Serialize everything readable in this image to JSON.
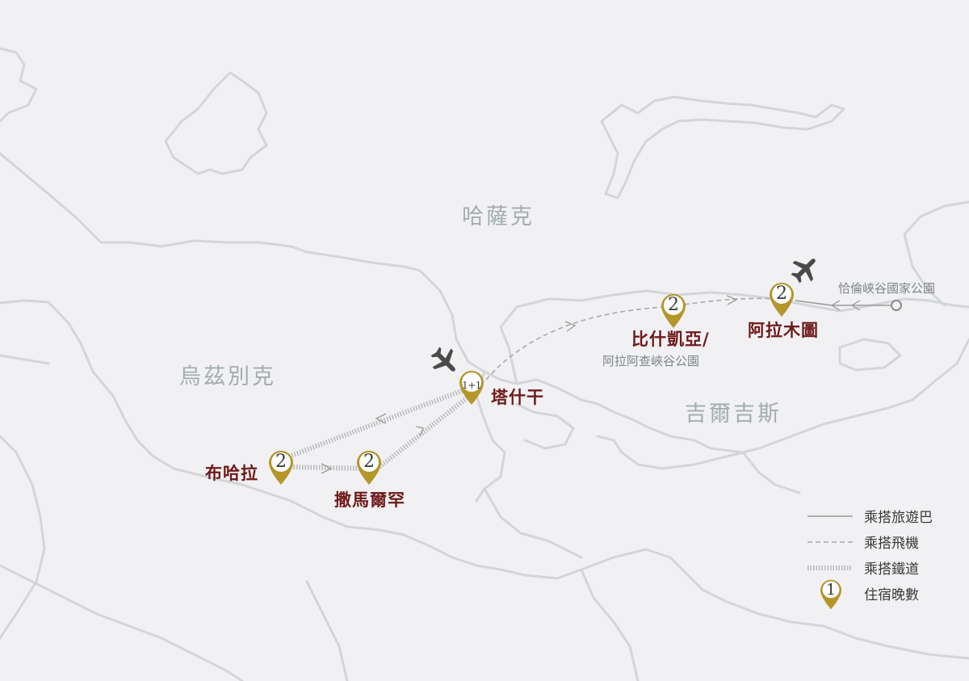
{
  "countries": {
    "kazakhstan": "哈薩克",
    "uzbekistan": "烏茲別克",
    "kyrgyzstan": "吉爾吉斯"
  },
  "cities": {
    "tashkent": {
      "name": "塔什干",
      "nights": "1+1"
    },
    "bukhara": {
      "name": "布哈拉",
      "nights": "2"
    },
    "samarkand": {
      "name": "撒馬爾罕",
      "nights": "2"
    },
    "bishkek": {
      "name": "比什凱亞/",
      "sub": "阿拉阿查峽谷公園",
      "nights": "2"
    },
    "almaty": {
      "name": "阿拉木圖",
      "nights": "2"
    },
    "charyn": {
      "name": "恰倫峽谷國家公園"
    }
  },
  "legend": {
    "bus": "乘搭旅遊巴",
    "flight": "乘搭飛機",
    "rail": "乘搭鐵道",
    "nights_label": "住宿晚數",
    "nights_sample": "1"
  },
  "icons": {
    "pin": "map-pin-icon",
    "plane": "airplane-icon",
    "origin": "circle-marker-icon"
  },
  "colors": {
    "pin_gold": "#b4962b",
    "city_text": "#6e1a1a",
    "border": "#d3d6d9",
    "route": "#9a9a9a"
  }
}
